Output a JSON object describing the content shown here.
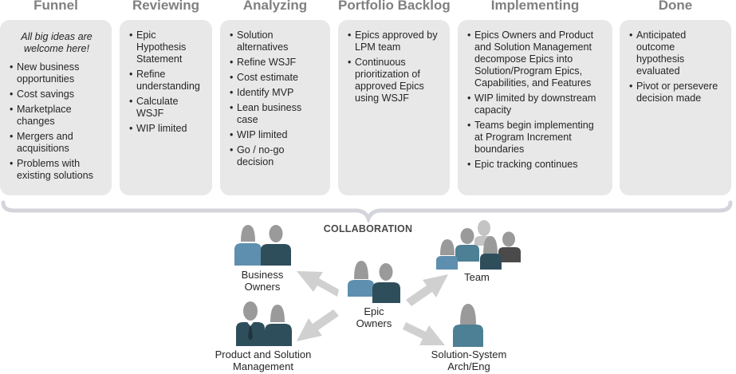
{
  "columns": [
    {
      "title": "Funnel",
      "intro": "All big ideas are welcome here!",
      "items": [
        "New business opportunities",
        "Cost savings",
        "Marketplace changes",
        "Mergers and acquisitions",
        "Problems with existing solutions"
      ]
    },
    {
      "title": "Reviewing",
      "intro": "",
      "items": [
        "Epic Hypothesis Statement",
        "Refine understanding",
        "Calculate WSJF",
        "WIP limited"
      ]
    },
    {
      "title": "Analyzing",
      "intro": "",
      "items": [
        "Solution alternatives",
        "Refine WSJF",
        "Cost estimate",
        "Identify MVP",
        "Lean business case",
        "WIP limited",
        "Go / no-go decision"
      ]
    },
    {
      "title": "Portfolio Backlog",
      "intro": "",
      "items": [
        "Epics approved by LPM team",
        "Continuous prioritization of approved Epics using WSJF"
      ]
    },
    {
      "title": "Implementing",
      "intro": "",
      "items": [
        "Epics Owners and Product and Solution Management decompose Epics into Solution/Program Epics, Capabilities, and Features",
        "WIP limited by downstream capacity",
        "Teams begin implementing at Program Increment boundaries",
        "Epic tracking continues"
      ]
    },
    {
      "title": "Done",
      "intro": "",
      "items": [
        "Anticipated outcome hypothesis evaluated",
        "Pivot or persevere decision made"
      ]
    }
  ],
  "collaboration": {
    "title": "COLLABORATION",
    "groups": {
      "business_owners": "Business Owners",
      "product_solution": "Product and Solution Management",
      "epic_owners": "Epic Owners",
      "team": "Team",
      "architect": "Solution-System Arch/Eng"
    }
  },
  "colors": {
    "panel": "#e8e8e8",
    "title": "#808080",
    "light_blue": "#5e8fae",
    "dark_teal": "#2f4e5c",
    "gray_head": "#9a9a9a",
    "arrow": "#d0d0d0"
  }
}
